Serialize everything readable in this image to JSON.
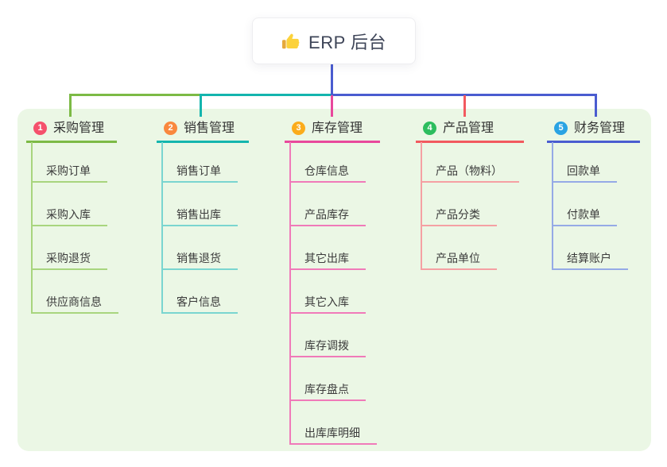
{
  "root": {
    "title": "ERP 后台",
    "icon": "thumbs-up-icon",
    "icon_colors": {
      "hand": "#fcd23b",
      "cuff": "#e6a93c"
    }
  },
  "connector_color": "#4a5cd0",
  "panel_bg": "#ebf7e5",
  "branches": [
    {
      "num": "1",
      "label": "采购管理",
      "badge_color": "#f5516c",
      "line_color": "#7cba45",
      "child_line_color": "#a8d57e",
      "children": [
        "采购订单",
        "采购入库",
        "采购退货",
        "供应商信息"
      ]
    },
    {
      "num": "2",
      "label": "销售管理",
      "badge_color": "#f9883e",
      "line_color": "#14b5ae",
      "child_line_color": "#7ad5d0",
      "children": [
        "销售订单",
        "销售出库",
        "销售退货",
        "客户信息"
      ]
    },
    {
      "num": "3",
      "label": "库存管理",
      "badge_color": "#fbac1b",
      "line_color": "#e8489c",
      "child_line_color": "#f07ab9",
      "children": [
        "仓库信息",
        "产品库存",
        "其它出库",
        "其它入库",
        "库存调拨",
        "库存盘点",
        "出库库明细"
      ]
    },
    {
      "num": "4",
      "label": "产品管理",
      "badge_color": "#2dbd5e",
      "line_color": "#f2595f",
      "child_line_color": "#f5a0a3",
      "children": [
        "产品（物料）",
        "产品分类",
        "产品单位"
      ]
    },
    {
      "num": "5",
      "label": "财务管理",
      "badge_color": "#29a3e3",
      "line_color": "#4a5cd0",
      "child_line_color": "#95aae6",
      "children": [
        "回款单",
        "付款单",
        "结算账户"
      ]
    }
  ]
}
